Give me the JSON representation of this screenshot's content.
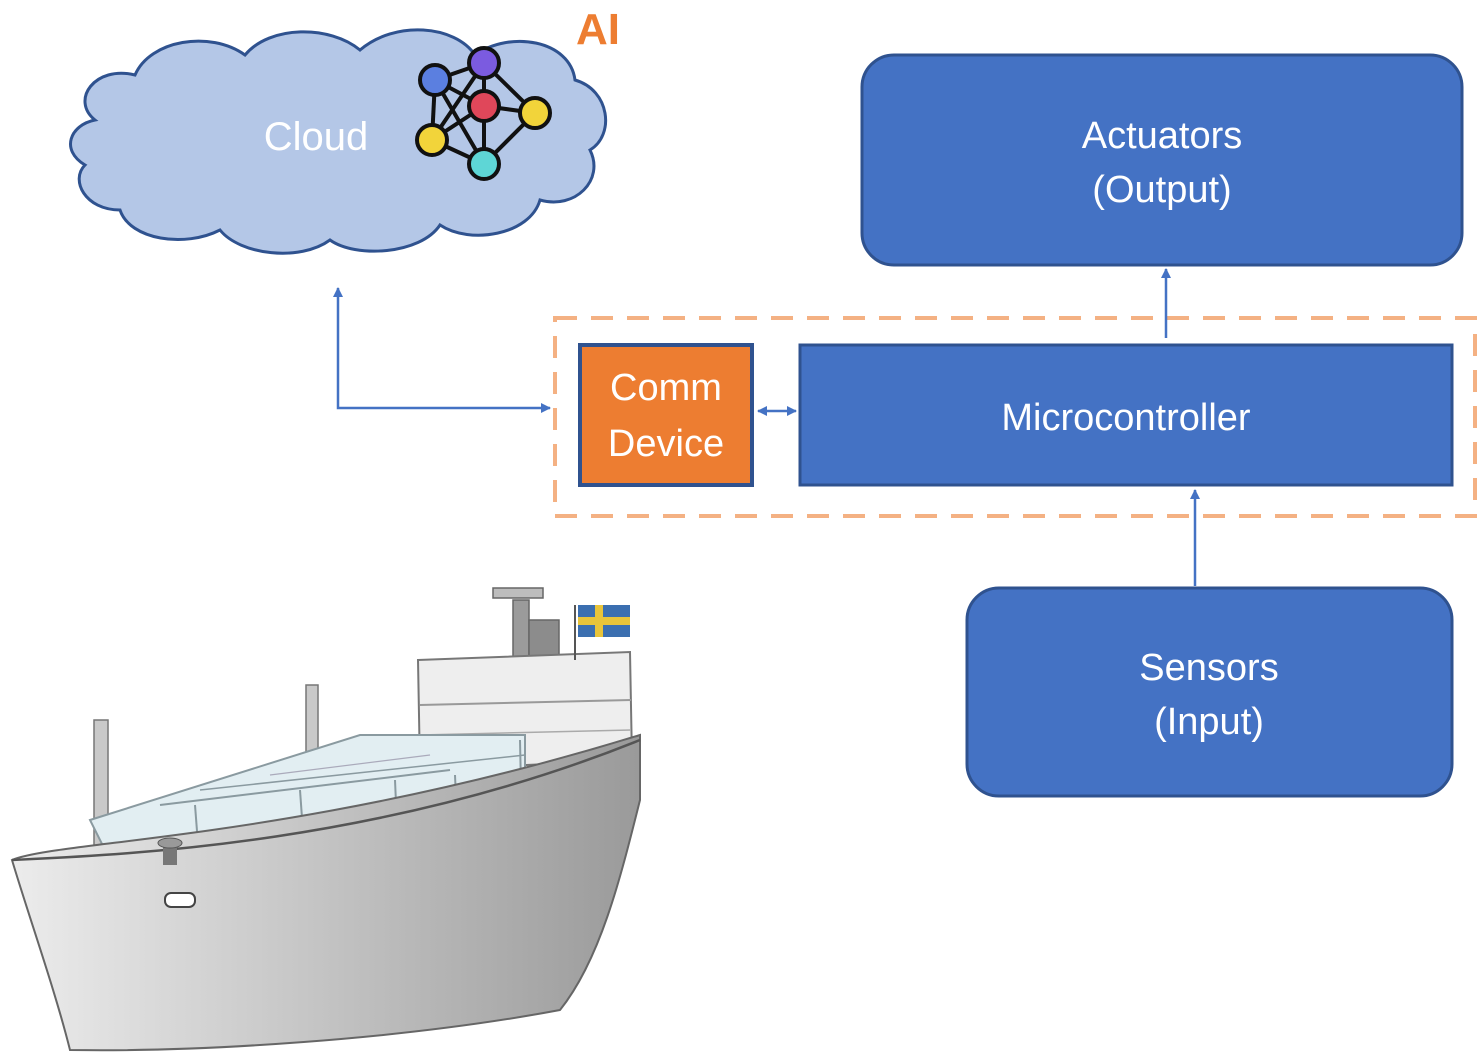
{
  "cloud": {
    "label": "Cloud",
    "badge": "AI",
    "icon": "neural-network-icon"
  },
  "actuators": {
    "line1": "Actuators",
    "line2": "(Output)"
  },
  "sensors": {
    "line1": "Sensors",
    "line2": "(Input)"
  },
  "microcontroller": {
    "label": "Microcontroller"
  },
  "comm_device": {
    "line1": "Comm",
    "line2": "Device"
  },
  "ship": {
    "icon": "container-ship-icon"
  },
  "colors": {
    "box_fill": "#4472C4",
    "box_stroke": "#2F528F",
    "comm_fill": "#ED7D31",
    "ai_text": "#ED7D31",
    "cloud_fill": "#B4C7E7",
    "dashed_border": "#F4B183",
    "arrow": "#4472C4"
  }
}
